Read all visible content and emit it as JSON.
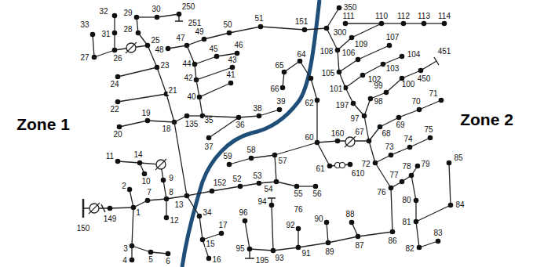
{
  "diagram": {
    "labels": [
      "Zone 1",
      "Zone 2",
      "33",
      "32",
      "29",
      "30",
      "250",
      "251",
      "31",
      "28",
      "27",
      "26",
      "25",
      "48",
      "47",
      "49",
      "50",
      "51",
      "151",
      "350",
      "300",
      "111",
      "110",
      "112",
      "113",
      "114",
      "109",
      "107",
      "108",
      "106",
      "104",
      "103",
      "105",
      "102",
      "451",
      "450",
      "100",
      "101",
      "99",
      "98",
      "197",
      "97",
      "24",
      "23",
      "44",
      "45",
      "46",
      "43",
      "42",
      "41",
      "65",
      "64",
      "66",
      "22",
      "21",
      "40",
      "62",
      "39",
      "38",
      "71",
      "70",
      "69",
      "68",
      "20",
      "19",
      "18",
      "135",
      "35",
      "36",
      "37",
      "60",
      "160",
      "67",
      "75",
      "74",
      "73",
      "72",
      "85",
      "79",
      "78",
      "77",
      "14",
      "11",
      "10",
      "9",
      "59",
      "58",
      "57",
      "61",
      "610",
      "152",
      "52",
      "53",
      "54",
      "55",
      "56",
      "76",
      "2",
      "7",
      "8",
      "13",
      "80",
      "84",
      "94",
      "76",
      "1",
      "149",
      "12",
      "34",
      "96",
      "92",
      "90",
      "88",
      "81",
      "17",
      "150",
      "83",
      "86",
      "87",
      "89",
      "91",
      "93",
      "95",
      "15",
      "3",
      "82",
      "5",
      "6",
      "16",
      "195",
      "4"
    ]
  }
}
